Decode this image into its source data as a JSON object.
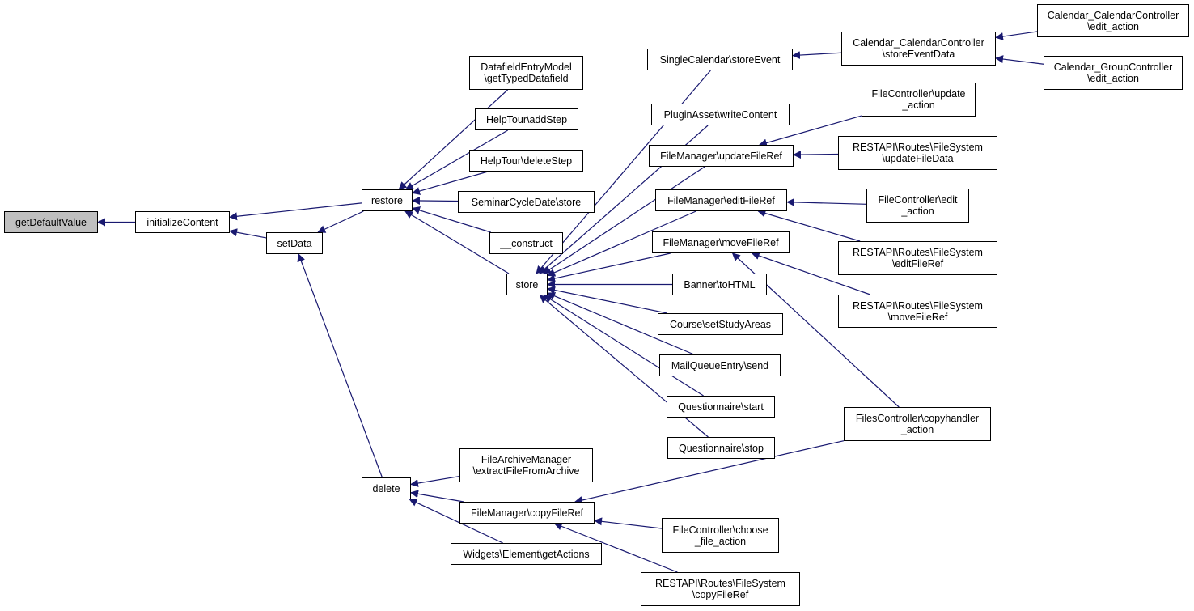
{
  "colors": {
    "edge": "#191970",
    "node_border": "#000000",
    "root_fill": "#bfbfbf"
  },
  "nodes": {
    "getDefaultValue": {
      "lines": [
        "getDefaultValue"
      ]
    },
    "initializeContent": {
      "lines": [
        "initializeContent"
      ]
    },
    "restore": {
      "lines": [
        "restore"
      ]
    },
    "setData": {
      "lines": [
        "setData"
      ]
    },
    "delete": {
      "lines": [
        "delete"
      ]
    },
    "datafieldEntry": {
      "lines": [
        "DatafieldEntryModel",
        "\\getTypedDatafield"
      ]
    },
    "addStep": {
      "lines": [
        "HelpTour\\addStep"
      ]
    },
    "deleteStep": {
      "lines": [
        "HelpTour\\deleteStep"
      ]
    },
    "seminarStore": {
      "lines": [
        "SeminarCycleDate\\store"
      ]
    },
    "construct": {
      "lines": [
        "__construct"
      ]
    },
    "store": {
      "lines": [
        "store"
      ]
    },
    "singleCalStore": {
      "lines": [
        "SingleCalendar\\storeEvent"
      ]
    },
    "pluginAsset": {
      "lines": [
        "PluginAsset\\writeContent"
      ]
    },
    "fmUpdate": {
      "lines": [
        "FileManager\\updateFileRef"
      ]
    },
    "fmEdit": {
      "lines": [
        "FileManager\\editFileRef"
      ]
    },
    "fmMove": {
      "lines": [
        "FileManager\\moveFileRef"
      ]
    },
    "bannerHtml": {
      "lines": [
        "Banner\\toHTML"
      ]
    },
    "courseStudy": {
      "lines": [
        "Course\\setStudyAreas"
      ]
    },
    "mailSend": {
      "lines": [
        "MailQueueEntry\\send"
      ]
    },
    "qStart": {
      "lines": [
        "Questionnaire\\start"
      ]
    },
    "qStop": {
      "lines": [
        "Questionnaire\\stop"
      ]
    },
    "calStoreEventData": {
      "lines": [
        "Calendar_CalendarController",
        "\\storeEventData"
      ]
    },
    "calEdit": {
      "lines": [
        "Calendar_CalendarController",
        "\\edit_action"
      ]
    },
    "groupEdit": {
      "lines": [
        "Calendar_GroupController",
        "\\edit_action"
      ]
    },
    "fcUpdate": {
      "lines": [
        "FileController\\update",
        "_action"
      ]
    },
    "restUpdate": {
      "lines": [
        "RESTAPI\\Routes\\FileSystem",
        "\\updateFileData"
      ]
    },
    "fcEdit": {
      "lines": [
        "FileController\\edit",
        "_action"
      ]
    },
    "restEdit": {
      "lines": [
        "RESTAPI\\Routes\\FileSystem",
        "\\editFileRef"
      ]
    },
    "restMove": {
      "lines": [
        "RESTAPI\\Routes\\FileSystem",
        "\\moveFileRef"
      ]
    },
    "filesCopy": {
      "lines": [
        "FilesController\\copyhandler",
        "_action"
      ]
    },
    "fileArchive": {
      "lines": [
        "FileArchiveManager",
        "\\extractFileFromArchive"
      ]
    },
    "fmCopy": {
      "lines": [
        "FileManager\\copyFileRef"
      ]
    },
    "widgetsActions": {
      "lines": [
        "Widgets\\Element\\getActions"
      ]
    },
    "fcChoose": {
      "lines": [
        "FileController\\choose",
        "_file_action"
      ]
    },
    "restCopy": {
      "lines": [
        "RESTAPI\\Routes\\FileSystem",
        "\\copyFileRef"
      ]
    }
  },
  "edges": [
    [
      "initializeContent",
      "getDefaultValue"
    ],
    [
      "restore",
      "initializeContent"
    ],
    [
      "setData",
      "initializeContent"
    ],
    [
      "restore",
      "setData"
    ],
    [
      "delete",
      "setData"
    ],
    [
      "datafieldEntry",
      "restore"
    ],
    [
      "addStep",
      "restore"
    ],
    [
      "deleteStep",
      "restore"
    ],
    [
      "seminarStore",
      "restore"
    ],
    [
      "construct",
      "restore"
    ],
    [
      "store",
      "restore"
    ],
    [
      "singleCalStore",
      "store"
    ],
    [
      "pluginAsset",
      "store"
    ],
    [
      "fmUpdate",
      "store"
    ],
    [
      "fmEdit",
      "store"
    ],
    [
      "fmMove",
      "store"
    ],
    [
      "bannerHtml",
      "store"
    ],
    [
      "courseStudy",
      "store"
    ],
    [
      "mailSend",
      "store"
    ],
    [
      "qStart",
      "store"
    ],
    [
      "qStop",
      "store"
    ],
    [
      "calStoreEventData",
      "singleCalStore"
    ],
    [
      "calEdit",
      "calStoreEventData"
    ],
    [
      "groupEdit",
      "calStoreEventData"
    ],
    [
      "fcUpdate",
      "fmUpdate"
    ],
    [
      "restUpdate",
      "fmUpdate"
    ],
    [
      "fcEdit",
      "fmEdit"
    ],
    [
      "restEdit",
      "fmEdit"
    ],
    [
      "restMove",
      "fmMove"
    ],
    [
      "filesCopy",
      "fmMove"
    ],
    [
      "fileArchive",
      "delete"
    ],
    [
      "fmCopy",
      "delete"
    ],
    [
      "widgetsActions",
      "delete"
    ],
    [
      "filesCopy",
      "fmCopy"
    ],
    [
      "fcChoose",
      "fmCopy"
    ],
    [
      "restCopy",
      "fmCopy"
    ]
  ]
}
